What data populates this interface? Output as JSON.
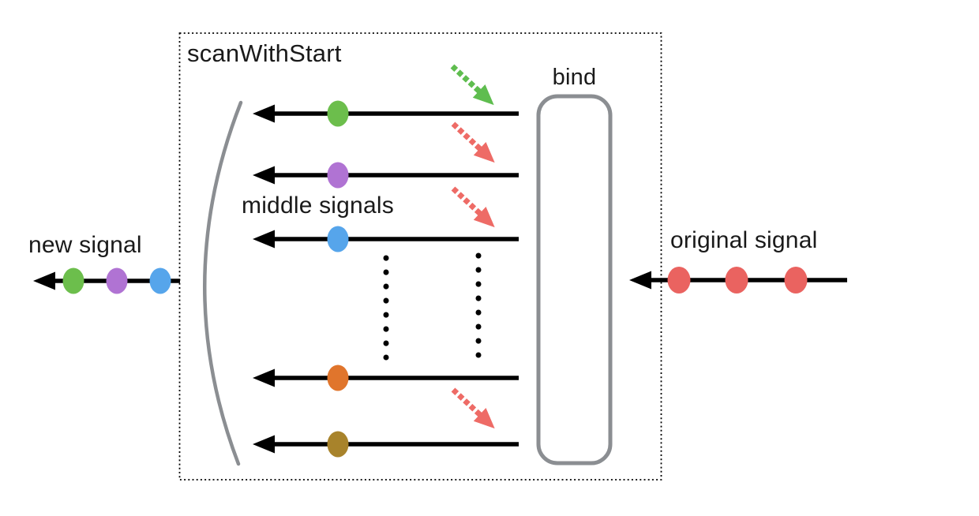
{
  "labels": {
    "box_title": "scanWithStart",
    "bind": "bind",
    "middle_signals": "middle signals",
    "new_signal": "new signal",
    "original_signal": "original signal"
  },
  "colors": {
    "green": "#6cbe4c",
    "purple": "#b073d3",
    "blue": "#56a5eb",
    "orange": "#e0752c",
    "olive": "#a8832b",
    "red": "#ea6360",
    "arrow_green": "#5fbd4f",
    "arrow_red": "#ee6b66",
    "gray": "#8b8e92",
    "line": "#000000"
  },
  "middle_signal_dots": [
    "green",
    "purple",
    "blue",
    "orange",
    "olive"
  ],
  "new_signal_dots": [
    "green",
    "purple",
    "blue"
  ],
  "original_signal_dots": [
    "red",
    "red",
    "red"
  ]
}
